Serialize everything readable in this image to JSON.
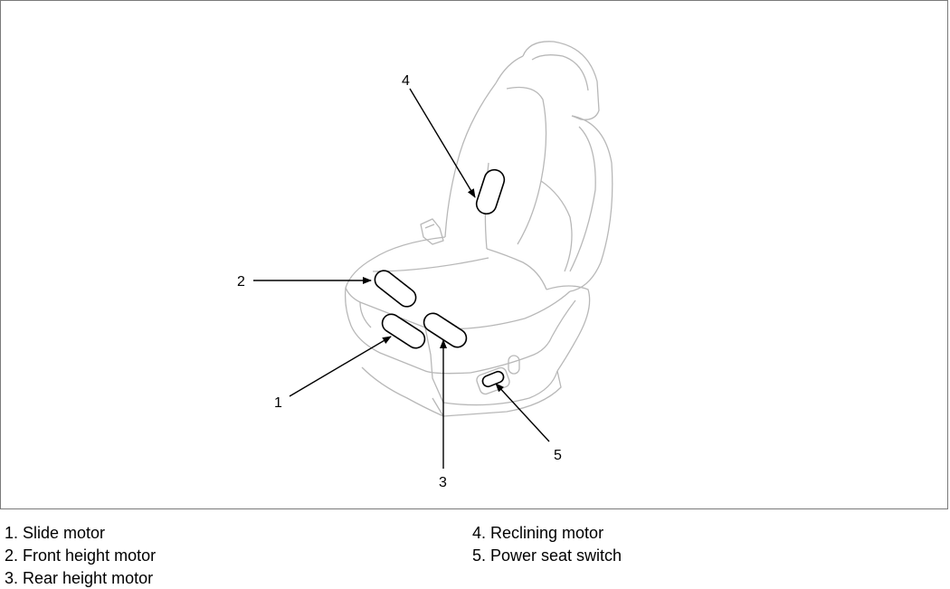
{
  "callouts": [
    "1",
    "2",
    "3",
    "4",
    "5"
  ],
  "legend": {
    "col1": [
      "1. Slide motor",
      "2. Front height motor",
      "3. Rear height motor"
    ],
    "col2": [
      "4. Reclining motor",
      "5. Power seat switch"
    ]
  }
}
